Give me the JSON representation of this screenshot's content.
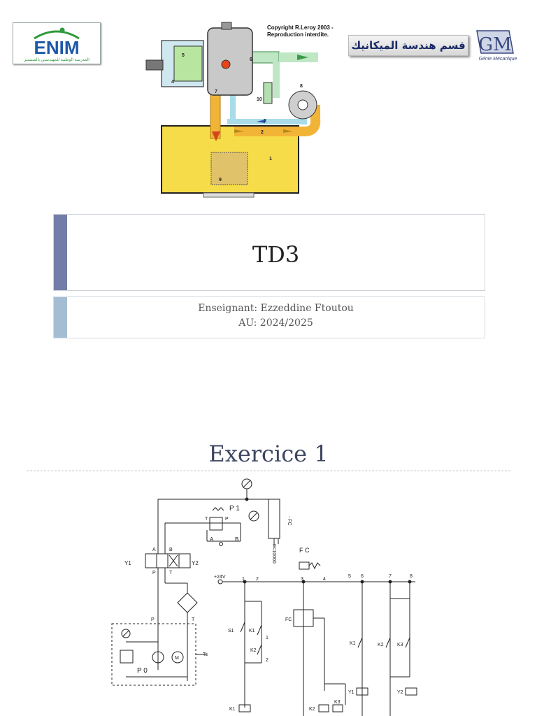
{
  "header": {
    "left_logo": {
      "text": "ENIM",
      "subtitle": "المدرسة الوطنية للمهندسين بالمنستير"
    },
    "right_logo": {
      "arabic_text": "قسم هندسة الميكانيك",
      "mono": "GM",
      "caption": "Génie Mécanique"
    },
    "copyright_line1": "Copyright R.Leroy 2003 -",
    "copyright_line2": "Reproduction interdite."
  },
  "top_figure": {
    "labels": [
      "5",
      "4",
      "6",
      "7",
      "10",
      "8",
      "3",
      "2",
      "1",
      "9"
    ]
  },
  "title_block": {
    "title": "TD3",
    "teacher": "Enseignant: Ezzeddine Ftoutou",
    "year": "AU: 2024/2025"
  },
  "exercise": {
    "title": "Exercice 1"
  },
  "circuit": {
    "labels": {
      "p1": "P 1",
      "t": "T",
      "p": "P",
      "a": "A",
      "b": "B",
      "fc_vertical": "- FC",
      "force": "F=10000",
      "fc_top": "F C",
      "y1": "Y1",
      "y2": "Y2",
      "a_top": "A",
      "b_top": "B",
      "p_bot": "P",
      "t_bot": "T",
      "p_pump": "P",
      "t_pump": "T",
      "ts": "Ts",
      "p0": "P 0",
      "m": "M",
      "v24": "+24V",
      "n1": "1",
      "n2": "2",
      "n3": "3",
      "n4": "4",
      "n5": "5",
      "n6": "6",
      "n7": "7",
      "n8": "8",
      "s1": "S1",
      "k1a": "K1",
      "k2a": "K2",
      "k1_1": "1",
      "k2_2": "2",
      "fc_switch": "FC",
      "k1b": "K1",
      "k2b": "K2",
      "k3a": "K3",
      "y1coil": "Y1",
      "y2coil": "Y2",
      "k1coil": "K1",
      "k2coil": "K2",
      "k3coil": "K3"
    }
  }
}
